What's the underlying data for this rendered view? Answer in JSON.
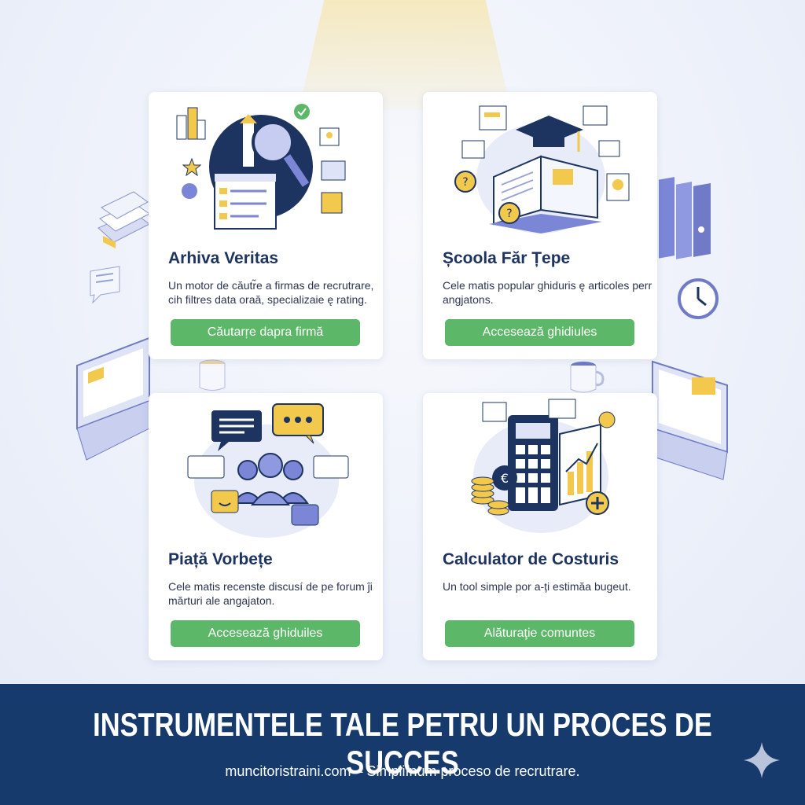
{
  "cards": [
    {
      "title": "Arhiva Veritas",
      "description": "Un motor de căutr̃e a firmas de recrutrare, cih filtres data oraă, specializaie ę rating.",
      "button_label": "Căutarŗe dapra firmă",
      "icon": "search-lighthouse-illustration"
    },
    {
      "title": "Școola Făr Țepe",
      "description": "Cele matis popular ghiduris ę articoles perr angjatons.",
      "button_label": "Accesează ghidiules",
      "icon": "graduation-book-illustration"
    },
    {
      "title": "Piață Vorbețe",
      "description": "Cele matis recenste discusí de pe forum ĵi mărturi ale angajaton.",
      "button_label": "Accesează ghiduiles",
      "icon": "community-chat-illustration"
    },
    {
      "title": "Calculator de Costuris",
      "description": "Un tool simple por a-ți estimăa bugeut.",
      "button_label": "Alăturaţie comuntes",
      "icon": "calculator-euro-illustration"
    }
  ],
  "footer": {
    "heading": "INSTRUMENTELE TALE PETRU UN PROCES DE SUCCES",
    "subtitle": "muncitoristraini.com – Simplifnum proceso de recrutrare."
  },
  "colors": {
    "navy": "#163a6b",
    "button_green": "#5cb868",
    "accent_yellow": "#f2c94c",
    "illustration_blue": "#7b86d6"
  }
}
